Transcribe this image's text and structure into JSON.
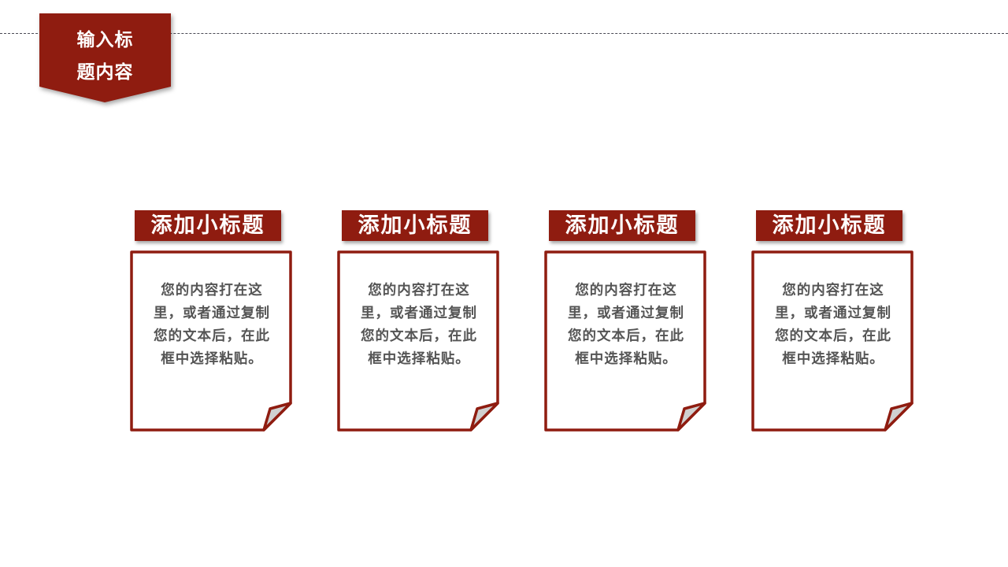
{
  "slide": {
    "header_banner": {
      "line1": "输入标",
      "line2": "题内容"
    },
    "colors": {
      "accent": "#8f1c10",
      "text": "#555555",
      "fold": "#d0d0d0",
      "dash_line": "#4a4a55"
    },
    "cards": [
      {
        "title": "添加小标题",
        "body": "您的内容打在这里，或者通过复制您的文本后，在此框中选择粘贴。"
      },
      {
        "title": "添加小标题",
        "body": "您的内容打在这里，或者通过复制您的文本后，在此框中选择粘贴。"
      },
      {
        "title": "添加小标题",
        "body": "您的内容打在这里，或者通过复制您的文本后，在此框中选择粘贴。"
      },
      {
        "title": "添加小标题",
        "body": "您的内容打在这里，或者通过复制您的文本后，在此框中选择粘贴。"
      }
    ]
  }
}
